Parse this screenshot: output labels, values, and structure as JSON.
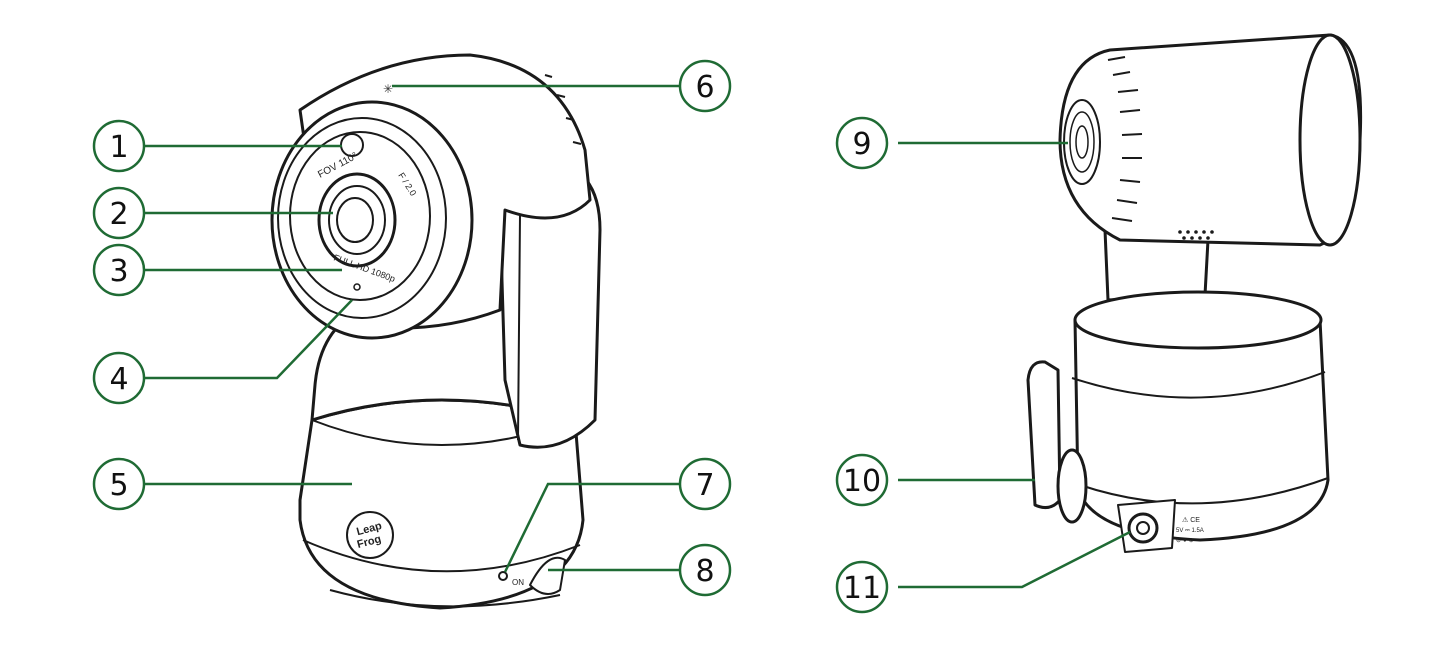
{
  "colors": {
    "callout": "#1f6b34",
    "outline": "#1a1a1a",
    "background": "#ffffff"
  },
  "front_view": {
    "lens_ring_text_fov": "FOV 110°",
    "lens_ring_text_aperture": "F / 2.0",
    "lens_ring_text_resolution": "FULL HD 1080p",
    "logo_line1": "Leap",
    "logo_line2": "Frog",
    "switch_label": "ON"
  },
  "rear_view": {
    "rating_line1": "⚠ CE",
    "rating_line2": "5V ⎓ 1.5A",
    "rating_line3": "⊖-●-⊕"
  },
  "callouts": [
    "1",
    "2",
    "3",
    "4",
    "5",
    "6",
    "7",
    "8",
    "9",
    "10",
    "11"
  ]
}
